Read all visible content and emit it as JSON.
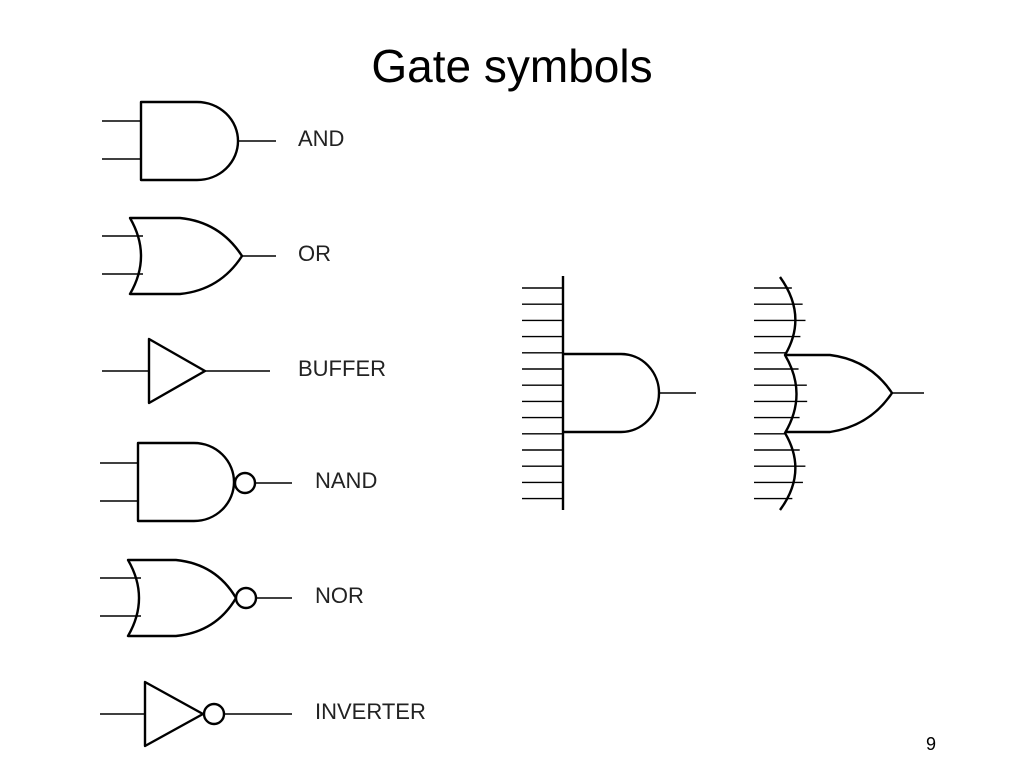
{
  "slide": {
    "title": "Gate symbols",
    "page_number": "9"
  },
  "gates": [
    {
      "name": "AND",
      "label": "AND"
    },
    {
      "name": "OR",
      "label": "OR"
    },
    {
      "name": "BUFFER",
      "label": "BUFFER"
    },
    {
      "name": "NAND",
      "label": "NAND"
    },
    {
      "name": "NOR",
      "label": "NOR"
    },
    {
      "name": "INVERTER",
      "label": "INVERTER"
    }
  ],
  "wide_gates": [
    {
      "type": "and",
      "inputs": 14
    },
    {
      "type": "or",
      "inputs": 14
    }
  ]
}
